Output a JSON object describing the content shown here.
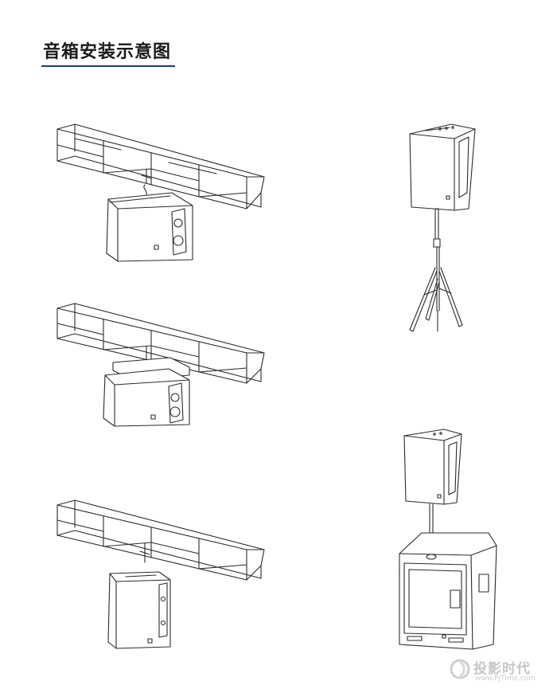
{
  "page": {
    "title": "音箱安装示意图",
    "accent_color": "#1f3a7a"
  },
  "figures": [
    {
      "id": "truss-hang-wide",
      "icon": "truss-with-horizontal-speaker"
    },
    {
      "id": "truss-hang-bracket",
      "icon": "truss-with-horizontal-speaker-bracket"
    },
    {
      "id": "truss-hang-vertical",
      "icon": "truss-with-vertical-speaker"
    },
    {
      "id": "tripod-stand",
      "icon": "speaker-on-tripod-stand"
    },
    {
      "id": "subwoofer-pole",
      "icon": "speaker-on-subwoofer-pole"
    }
  ],
  "watermark": {
    "text": "投影时代",
    "url": "www.PjTime.com"
  }
}
